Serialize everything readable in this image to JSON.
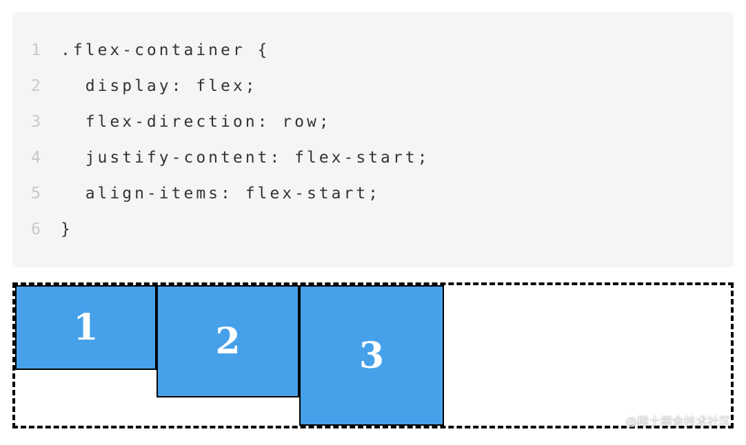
{
  "code_panel": {
    "lines": [
      {
        "num": "1",
        "code": ".flex-container {"
      },
      {
        "num": "2",
        "code": "  display: flex;"
      },
      {
        "num": "3",
        "code": "  flex-direction: row;"
      },
      {
        "num": "4",
        "code": "  justify-content: flex-start;"
      },
      {
        "num": "5",
        "code": "  align-items: flex-start;"
      },
      {
        "num": "6",
        "code": "}"
      }
    ]
  },
  "flex_demo": {
    "items": [
      {
        "label": "1"
      },
      {
        "label": "2"
      },
      {
        "label": "3"
      }
    ]
  },
  "watermark": {
    "text": "@稀土掘金技术社区"
  },
  "colors": {
    "item_fill": "#47a1ea",
    "item_border": "#000000",
    "container_border": "#000000",
    "code_background": "#f5f5f5",
    "code_text": "#333333",
    "line_number_text": "#c9c9c9"
  }
}
